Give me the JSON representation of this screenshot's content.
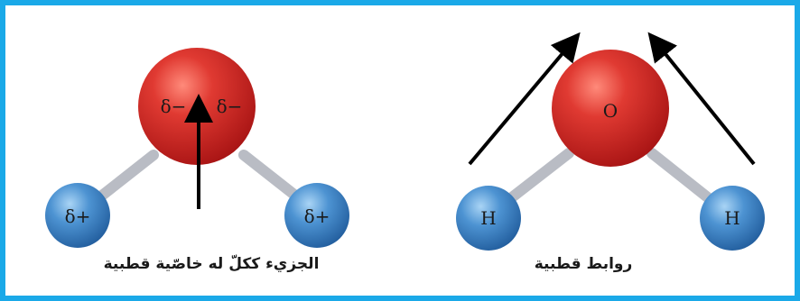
{
  "colors": {
    "border": "#1aa9e8",
    "oxygen": "#d42a2a",
    "hydrogen": "#3f86c8",
    "bond": "#b9bcc4",
    "arrow": "#000000"
  },
  "left_molecule": {
    "oxygen_charge_left": "δ−",
    "oxygen_charge_right": "δ−",
    "hydrogen_left_charge": "δ+",
    "hydrogen_right_charge": "δ+",
    "caption": "الجزيء ككلّ له خاصّية قطبية"
  },
  "right_molecule": {
    "oxygen_label": "O",
    "hydrogen_left_label": "H",
    "hydrogen_right_label": "H",
    "caption": "روابط قطبية"
  }
}
